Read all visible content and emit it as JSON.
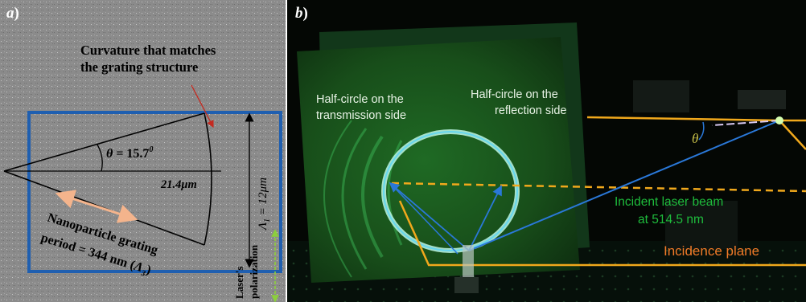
{
  "panel_a": {
    "label": "a",
    "curvature_note_line1": "Curvature that matches",
    "curvature_note_line2": "the grating structure",
    "angle_symbol": "θ",
    "angle_value": " = 15.7",
    "angle_superscript": "0",
    "radius": "21.4μm",
    "lambda1_symbol": "Λ",
    "lambda1_subscript": "1",
    "lambda1_value": " = 12μm",
    "grating_line1": "Nanoparticle grating",
    "grating_line2_prefix": "period = 344 nm (",
    "grating_line2_symbol": "Λ",
    "grating_line2_subscript": "3",
    "grating_line2_suffix": ")",
    "polarization_line1": "Laser's",
    "polarization_line2": "polarization",
    "colors": {
      "frame": "#1f5fb0",
      "arrow_peach": "#f4b48c",
      "arrow_green": "#8ccf3c",
      "pointer_red": "#c42a20"
    }
  },
  "panel_b": {
    "label": "b",
    "transmission_line1": "Half-circle on the",
    "transmission_line2": "transmission side",
    "reflection_line1": "Half-circle on the",
    "reflection_line2": "reflection side",
    "theta": "θ",
    "incident_line1": "Incident laser beam",
    "incident_line2": "at 514.5 nm",
    "incidence_plane": "Incidence plane",
    "colors": {
      "plane": "#f0a81c",
      "beam": "#2a78d8",
      "label_green": "#1ebc3c",
      "label_orange": "#f07a28"
    }
  }
}
